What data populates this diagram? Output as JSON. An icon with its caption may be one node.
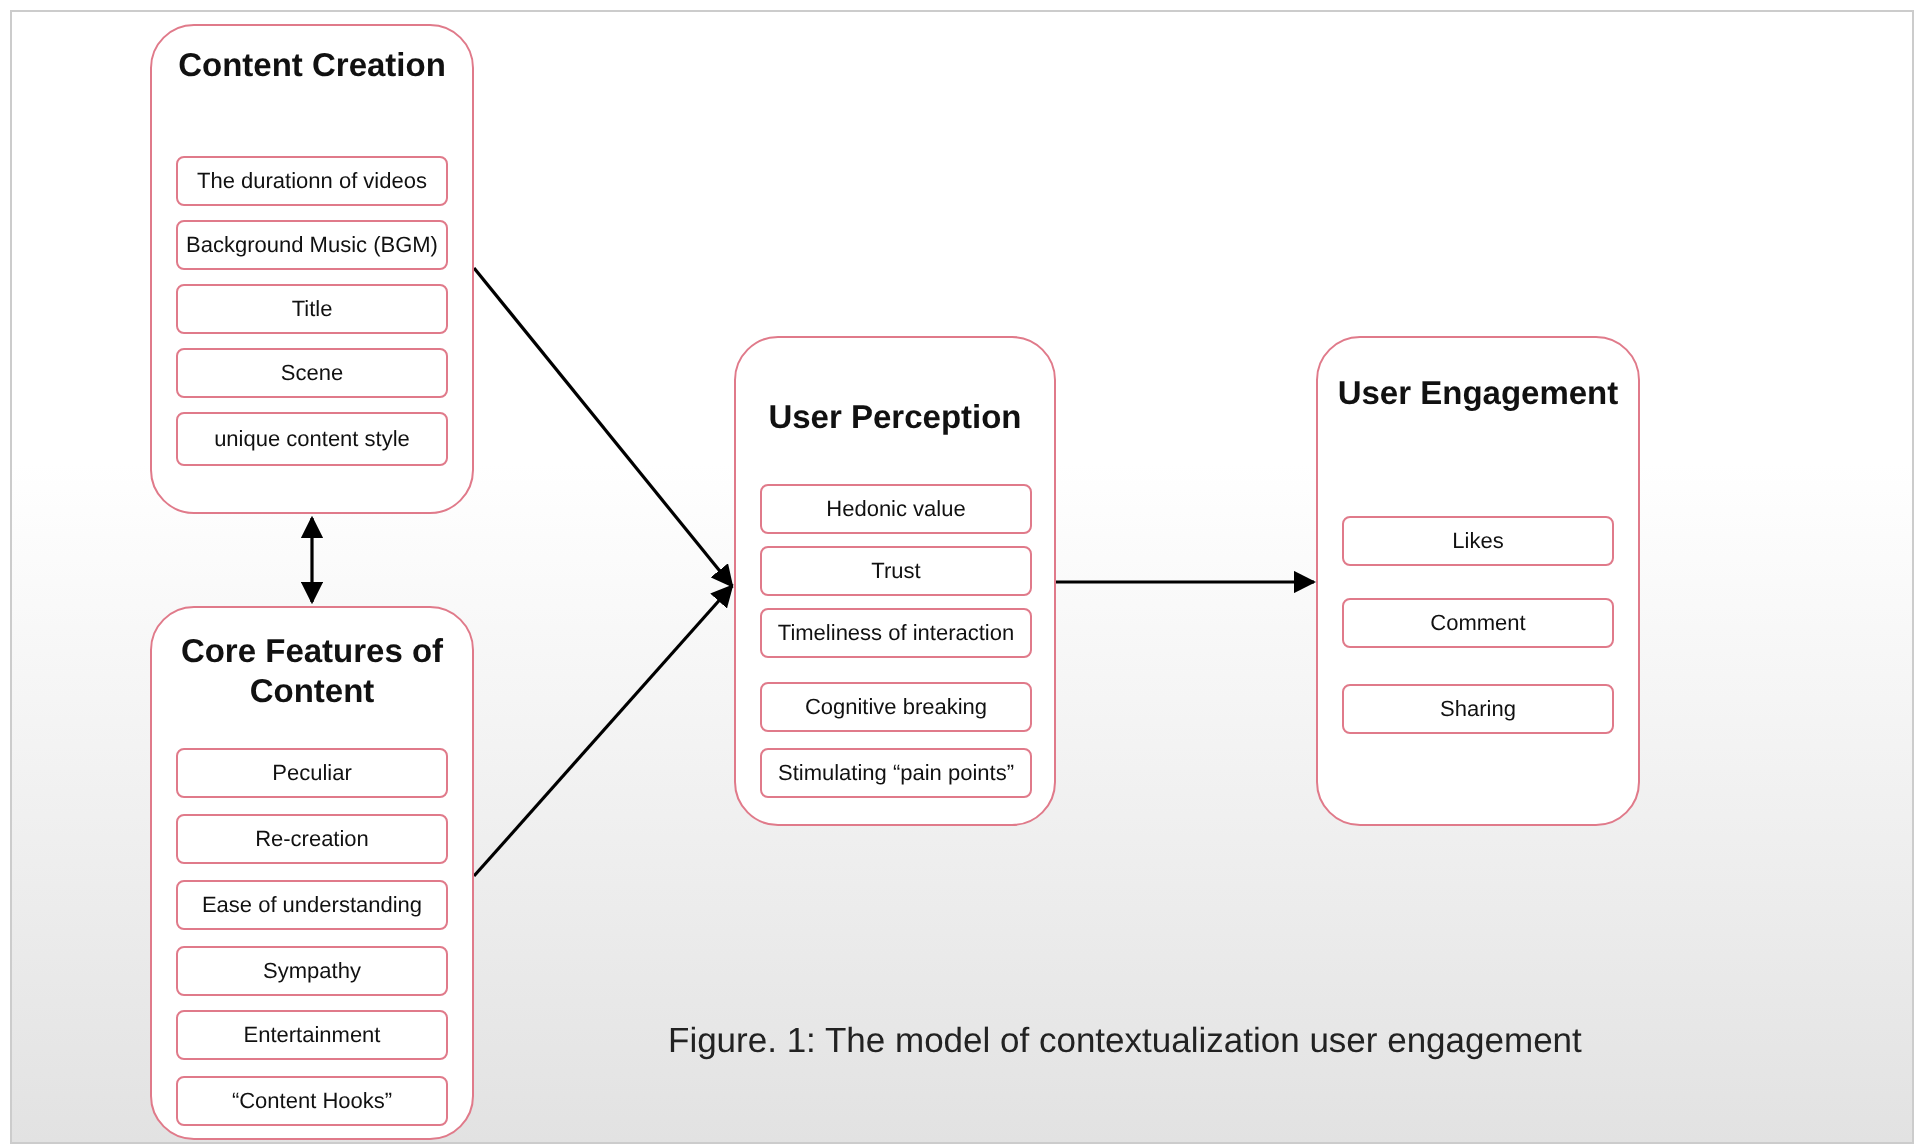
{
  "diagram": {
    "caption": "Figure. 1: The model of contextualization user engagement",
    "nodes": [
      {
        "text": [
          "Content Creation"
        ]
      },
      {
        "text": [
          "The durationn of videos"
        ],
        "in": 0
      },
      {
        "text": [
          "Background Music (BGM)"
        ],
        "in": 0
      },
      {
        "text": [
          "Title"
        ],
        "in": 0
      },
      {
        "text": [
          "Scene"
        ],
        "in": 0
      },
      {
        "text": [
          "unique content style"
        ],
        "in": 0
      },
      {
        "text": [
          "Core Features of Content"
        ]
      },
      {
        "text": [
          "Peculiar"
        ],
        "in": 6
      },
      {
        "text": [
          "Re-creation"
        ],
        "in": 6
      },
      {
        "text": [
          "Ease of understanding"
        ],
        "in": 6
      },
      {
        "text": [
          "Sympathy"
        ],
        "in": 6
      },
      {
        "text": [
          "Entertainment"
        ],
        "in": 6
      },
      {
        "text": [
          "“Content Hooks”"
        ],
        "in": 6
      },
      {
        "text": [
          "User Perception"
        ]
      },
      {
        "text": [
          "Hedonic value"
        ],
        "in": 13
      },
      {
        "text": [
          "Trust"
        ],
        "in": 13
      },
      {
        "text": [
          "Timeliness of interaction"
        ],
        "in": 13
      },
      {
        "text": [
          "Cognitive breaking"
        ],
        "in": 13
      },
      {
        "text": [
          "Stimulating “pain points”"
        ],
        "in": 13
      },
      {
        "text": [
          "User Engagement"
        ]
      },
      {
        "text": [
          "Likes"
        ],
        "in": 19
      },
      {
        "text": [
          "Comment"
        ],
        "in": 19
      },
      {
        "text": [
          "Sharing"
        ],
        "in": 19
      }
    ],
    "edges": [
      {
        "from": 0,
        "to": 6,
        "arrow": "both"
      },
      {
        "from": 0,
        "to": 13,
        "arrow": "to"
      },
      {
        "from": 6,
        "to": 13,
        "arrow": "to"
      },
      {
        "from": 13,
        "to": 19,
        "arrow": "to"
      }
    ]
  }
}
